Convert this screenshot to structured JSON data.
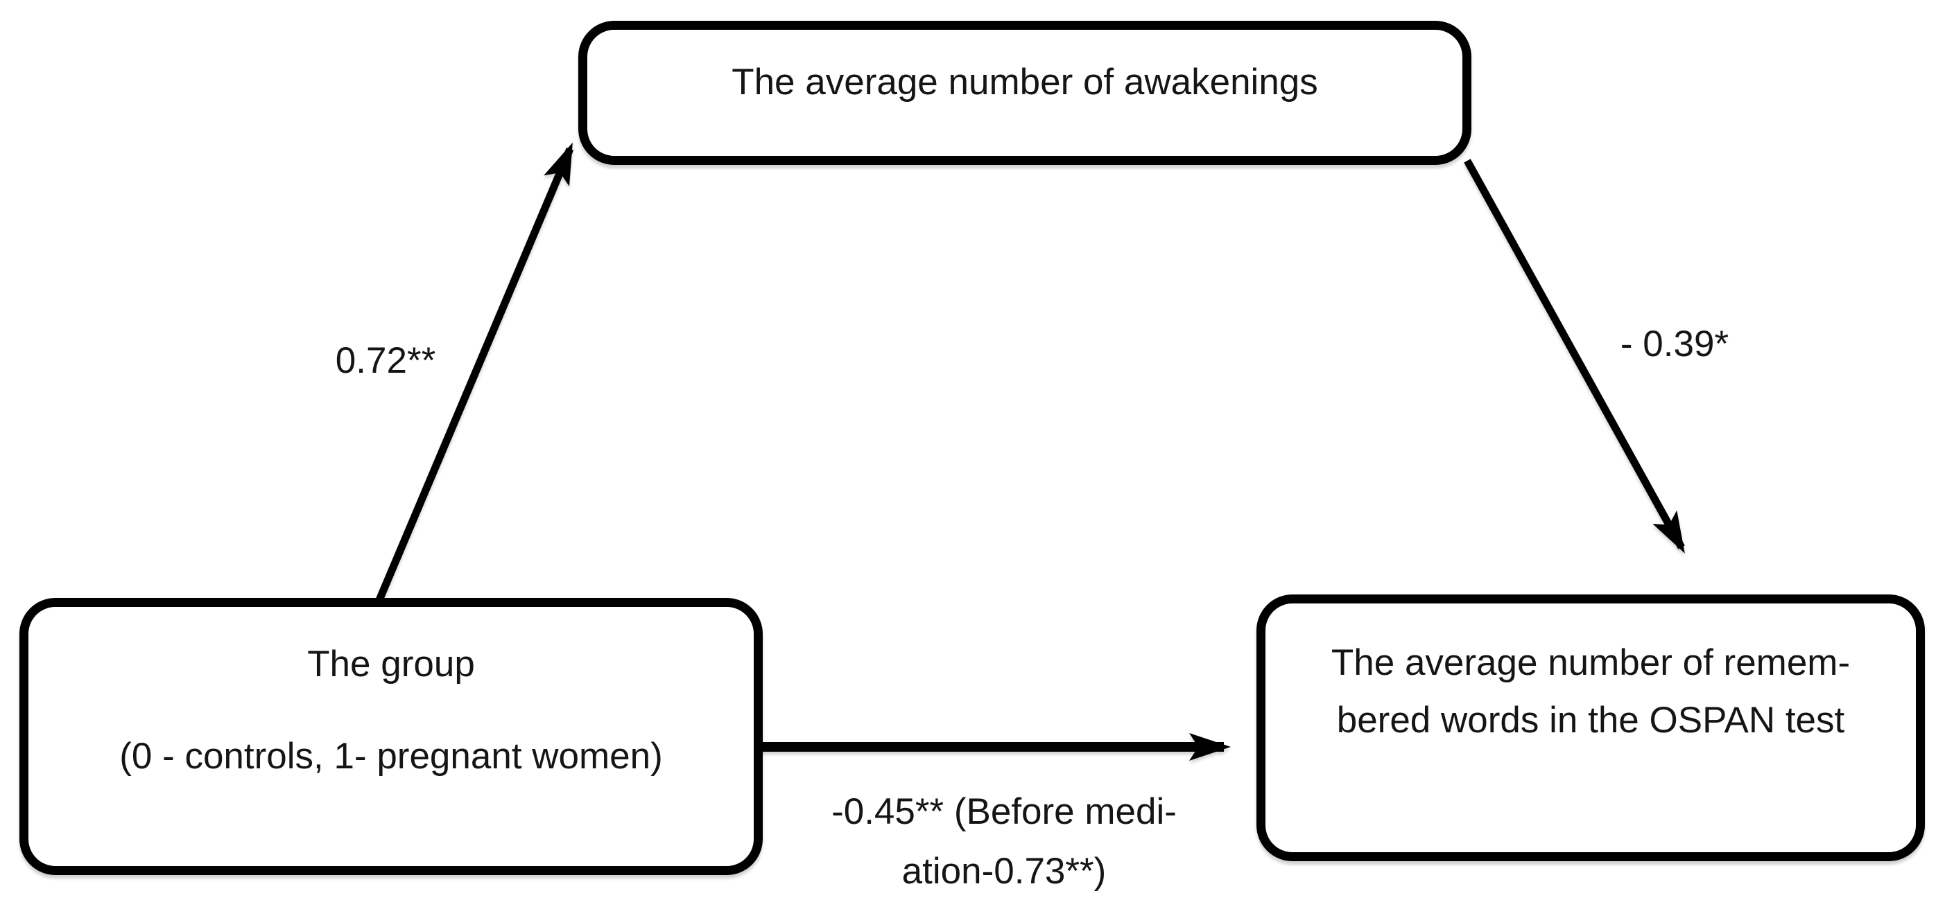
{
  "figure": {
    "type": "mediation-path-diagram",
    "background_color": "#ffffff",
    "line_color": "#000000",
    "text_color": "#151515",
    "boxes": {
      "mediator": {
        "label": "The average number of awakenings"
      },
      "predictor": {
        "line1": "The group",
        "line2": "(0 - controls, 1- pregnant women)"
      },
      "outcome": {
        "line1": "The average number of remem-",
        "line2": "bered words in the OSPAN test"
      }
    },
    "paths": {
      "group_to_awakenings": {
        "label": "0.72**"
      },
      "awakenings_to_ospan": {
        "label": "- 0.39*"
      },
      "group_to_ospan": {
        "label_line1": "-0.45** (Before medi-",
        "label_line2": "ation-0.73**)"
      }
    }
  }
}
